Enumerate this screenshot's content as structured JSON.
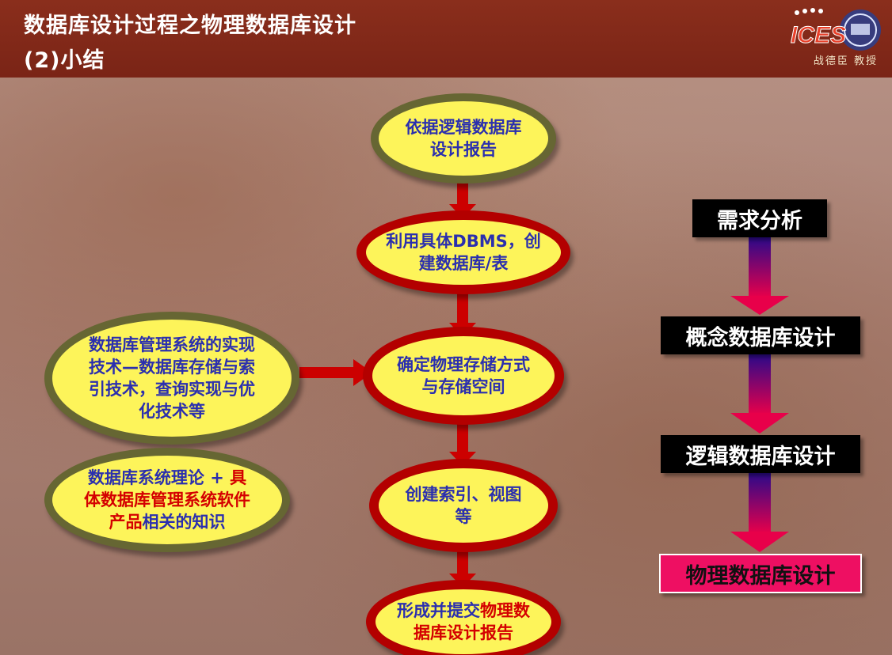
{
  "header": {
    "title_line1": "数据库设计过程之物理数据库设计",
    "title_line2": "(2)小结",
    "logo_text": "ICES",
    "logo_caption": "战德臣 教授"
  },
  "flow": {
    "step1": "依据逻辑数据库设计报告",
    "step2": "利用具体DBMS，创建数据库/表",
    "step3": "确定物理存储方式与存储空间",
    "step4": "创建索引、视图等",
    "step5_normal": "形成并提交",
    "step5_red": "物理数据库设计报告"
  },
  "inputs": {
    "tech": "数据库管理系统的实现技术—数据库存储与索引技术，查询实现与优化技术等",
    "theory_a": "数据库系统理论 + ",
    "theory_red1": "具体数据库管理系统软件产品",
    "theory_b": "相关的知识"
  },
  "stages": {
    "s1": "需求分析",
    "s2": "概念数据库设计",
    "s3": "逻辑数据库设计",
    "s4": "物理数据库设计"
  },
  "colors": {
    "header_bg": "#7a2416",
    "ellipse_fill": "#fdf45a",
    "ring_red": "#b30000",
    "ring_olive": "#666633",
    "text_blue": "#2b2fae",
    "highlight_red": "#d40000",
    "highlight_box": "#ee0f62"
  }
}
